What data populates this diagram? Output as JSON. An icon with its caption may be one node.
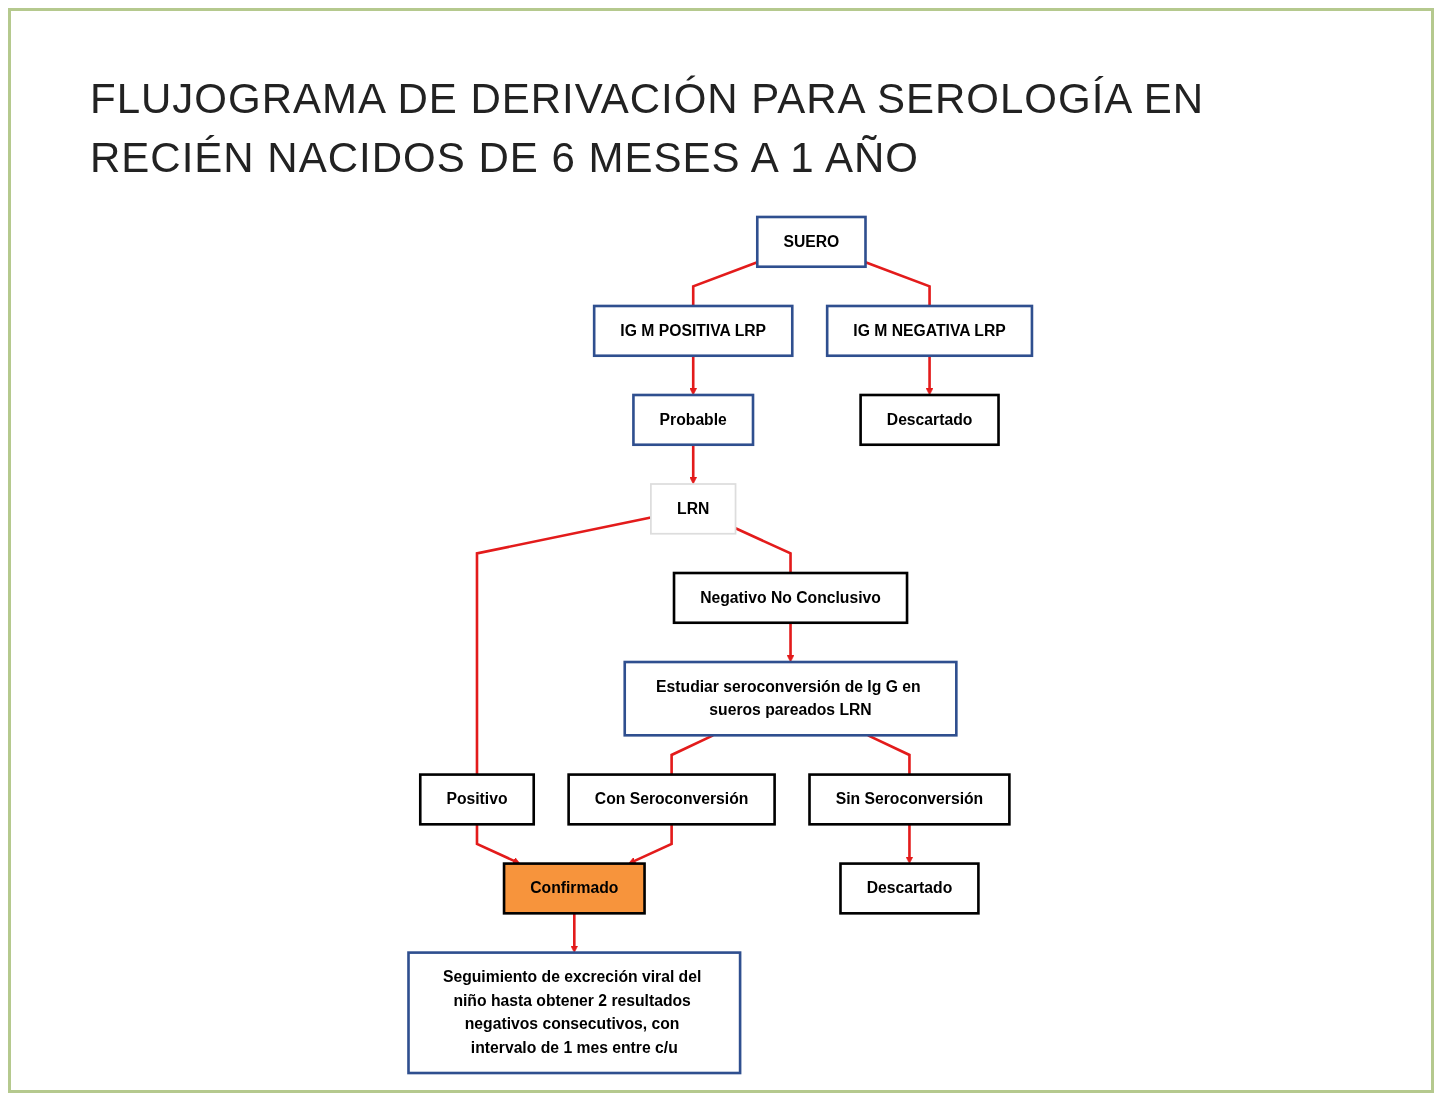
{
  "diagram": {
    "title": "FLUJOGRAMA DE DERIVACIÓN PARA SEROLOGÍA EN RECIÉN NACIDOS DE 6 MESES A 1 AÑO",
    "nodes": [
      {
        "text": [
          "SUERO"
        ]
      },
      {
        "text": [
          "IG M POSITIVA LRP"
        ]
      },
      {
        "text": [
          "IG M NEGATIVA LRP"
        ]
      },
      {
        "text": [
          "Probable"
        ]
      },
      {
        "text": [
          "LRN"
        ]
      },
      {
        "text": [
          "Descartado"
        ]
      },
      {
        "text": [
          "Positivo"
        ]
      },
      {
        "text": [
          "Negativo No Conclusivo"
        ]
      },
      {
        "text": [
          "Confirmado"
        ]
      },
      {
        "text": [
          "Estudiar seroconversión de Ig G en sueros pareados LRN"
        ]
      },
      {
        "text": [
          "Seguimiento de excreción viral del niño hasta obtener 2 resultados negativos consecutivos, con intervalo de 1 mes entre c/u"
        ]
      },
      {
        "text": [
          "Con Seroconversión"
        ]
      },
      {
        "text": [
          "Sin Seroconversión"
        ]
      },
      {
        "text": [
          "Descartado"
        ]
      }
    ],
    "edges": [
      {
        "from": 0,
        "to": 1,
        "arrow": "none"
      },
      {
        "from": 0,
        "to": 2,
        "arrow": "none"
      },
      {
        "from": 1,
        "to": 3,
        "arrow": "to"
      },
      {
        "from": 2,
        "to": 5,
        "arrow": "to"
      },
      {
        "from": 3,
        "to": 4,
        "arrow": "to"
      },
      {
        "from": 4,
        "to": 6,
        "arrow": "none"
      },
      {
        "from": 4,
        "to": 7,
        "arrow": "none"
      },
      {
        "from": 7,
        "to": 9,
        "arrow": "to"
      },
      {
        "from": 6,
        "to": 8,
        "arrow": "to"
      },
      {
        "from": 8,
        "to": 10,
        "arrow": "to"
      },
      {
        "from": 9,
        "to": 11,
        "arrow": "none"
      },
      {
        "from": 9,
        "to": 12,
        "arrow": "none"
      },
      {
        "from": 11,
        "to": 8,
        "arrow": "to"
      },
      {
        "from": 12,
        "to": 13,
        "arrow": "to"
      }
    ]
  }
}
